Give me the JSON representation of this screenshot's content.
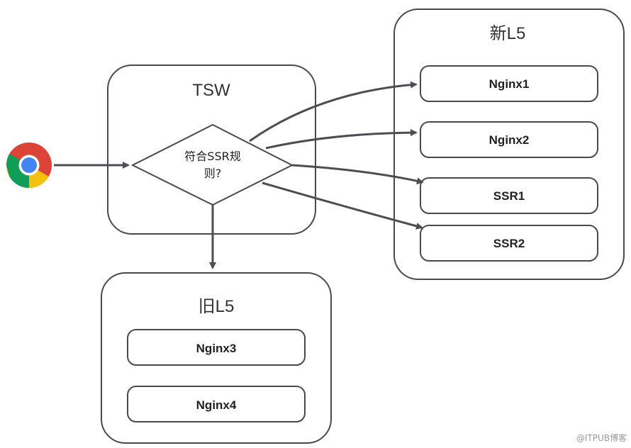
{
  "groups": {
    "tsw": {
      "title": "TSW"
    },
    "new_l5": {
      "title": "新L5"
    },
    "old_l5": {
      "title": "旧L5"
    }
  },
  "decision": {
    "line1": "符合SSR规",
    "line2": "则?"
  },
  "nodes": {
    "nginx1": "Nginx1",
    "nginx2": "Nginx2",
    "ssr1": "SSR1",
    "ssr2": "SSR2",
    "nginx3": "Nginx3",
    "nginx4": "Nginx4"
  },
  "browser_icon": "chrome-browser-icon",
  "colors": {
    "stroke": "#4a4a4a",
    "edge": "#4d4d55",
    "chrome_red": "#db4437",
    "chrome_yellow": "#f4c20d",
    "chrome_green": "#0f9d58",
    "chrome_blue": "#4285f4"
  },
  "watermark": "@ITPUB博客"
}
